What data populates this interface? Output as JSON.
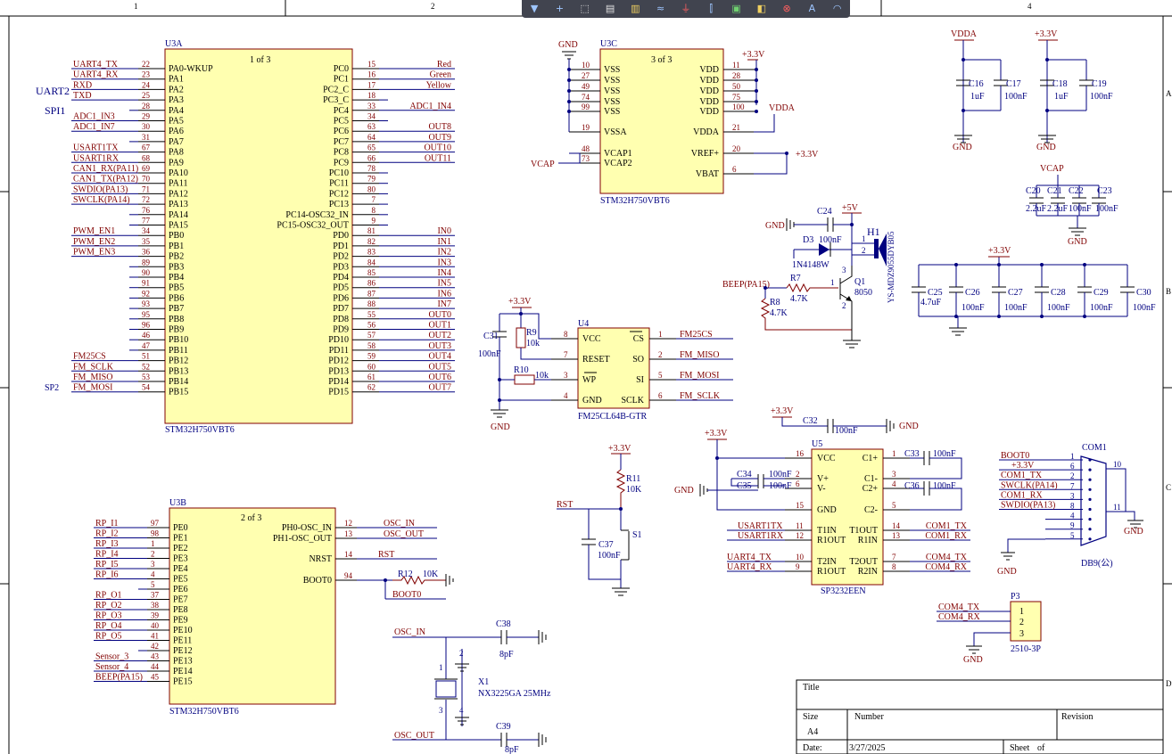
{
  "toolbar": {
    "tools": [
      {
        "icon": "filter-icon",
        "glyph": "▼",
        "color": "#9ec6ff"
      },
      {
        "icon": "add-icon",
        "glyph": "+",
        "color": "#9ec6ff"
      },
      {
        "icon": "select-rect-icon",
        "glyph": "⬚",
        "color": "#e0e0e0"
      },
      {
        "icon": "align-icon",
        "glyph": "▤",
        "color": "#e0e0e0"
      },
      {
        "icon": "component-icon",
        "glyph": "▥",
        "color": "#f0d060"
      },
      {
        "icon": "wire-icon",
        "glyph": "≈",
        "color": "#9ec6ff"
      },
      {
        "icon": "power-port-icon",
        "glyph": "⏚",
        "color": "#ff6060"
      },
      {
        "icon": "bus-icon",
        "glyph": "⫿",
        "color": "#9ec6ff"
      },
      {
        "icon": "sheet-icon",
        "glyph": "▣",
        "color": "#70d070"
      },
      {
        "icon": "net-label-icon",
        "glyph": "◧",
        "color": "#f0d060"
      },
      {
        "icon": "no-erc-icon",
        "glyph": "⊗",
        "color": "#ff6060"
      },
      {
        "icon": "text-icon",
        "glyph": "A",
        "color": "#9ec6ff"
      },
      {
        "icon": "arc-icon",
        "glyph": "◠",
        "color": "#9ec6ff"
      }
    ]
  },
  "zones": {
    "top": [
      "1",
      "2",
      "4"
    ],
    "right": [
      "A",
      "B",
      "C",
      "D"
    ]
  },
  "u3a": {
    "ref": "U3A",
    "part": "STM32H750VBT6",
    "sheet": "1 of 3",
    "left_pins": [
      {
        "name": "PA0-WKUP",
        "num": "22",
        "net": "UART4_TX"
      },
      {
        "name": "PA1",
        "num": "23",
        "net": "UART4_RX"
      },
      {
        "name": "PA2",
        "num": "24",
        "net": "RXD"
      },
      {
        "name": "PA3",
        "num": "25",
        "net": "TXD"
      },
      {
        "name": "PA4",
        "num": "28",
        "net": ""
      },
      {
        "name": "PA5",
        "num": "29",
        "net": "ADC1_IN3"
      },
      {
        "name": "PA6",
        "num": "30",
        "net": "ADC1_IN7"
      },
      {
        "name": "PA7",
        "num": "31",
        "net": ""
      },
      {
        "name": "PA8",
        "num": "67",
        "net": "USART1TX"
      },
      {
        "name": "PA9",
        "num": "68",
        "net": "USART1RX"
      },
      {
        "name": "PA10",
        "num": "69",
        "net": "CAN1_RX(PA11)"
      },
      {
        "name": "PA11",
        "num": "70",
        "net": "CAN1_TX(PA12)"
      },
      {
        "name": "PA12",
        "num": "71",
        "net": "SWDIO(PA13)"
      },
      {
        "name": "PA13",
        "num": "72",
        "net": "SWCLK(PA14)"
      },
      {
        "name": "PA14",
        "num": "76",
        "net": ""
      },
      {
        "name": "PA15",
        "num": "77",
        "net": ""
      },
      {
        "name": "PB0",
        "num": "34",
        "net": "PWM_EN1"
      },
      {
        "name": "PB1",
        "num": "35",
        "net": "PWM_EN2"
      },
      {
        "name": "PB2",
        "num": "36",
        "net": "PWM_EN3"
      },
      {
        "name": "PB3",
        "num": "89",
        "net": ""
      },
      {
        "name": "PB4",
        "num": "90",
        "net": ""
      },
      {
        "name": "PB5",
        "num": "91",
        "net": ""
      },
      {
        "name": "PB6",
        "num": "92",
        "net": ""
      },
      {
        "name": "PB7",
        "num": "93",
        "net": ""
      },
      {
        "name": "PB8",
        "num": "95",
        "net": ""
      },
      {
        "name": "PB9",
        "num": "96",
        "net": ""
      },
      {
        "name": "PB10",
        "num": "46",
        "net": ""
      },
      {
        "name": "PB11",
        "num": "47",
        "net": ""
      },
      {
        "name": "PB12",
        "num": "51",
        "net": "FM25CS"
      },
      {
        "name": "PB13",
        "num": "52",
        "net": "FM_SCLK"
      },
      {
        "name": "PB14",
        "num": "53",
        "net": "FM_MISO"
      },
      {
        "name": "PB15",
        "num": "54",
        "net": "FM_MOSI"
      }
    ],
    "right_pins": [
      {
        "name": "PC0",
        "num": "15",
        "net": "Red"
      },
      {
        "name": "PC1",
        "num": "16",
        "net": "Green"
      },
      {
        "name": "PC2_C",
        "num": "17",
        "net": "Yellow"
      },
      {
        "name": "PC3_C",
        "num": "18",
        "net": ""
      },
      {
        "name": "PC4",
        "num": "33",
        "net": "ADC1_IN4"
      },
      {
        "name": "PC5",
        "num": "34",
        "net": ""
      },
      {
        "name": "PC6",
        "num": "63",
        "net": "OUT8"
      },
      {
        "name": "PC7",
        "num": "64",
        "net": "OUT9"
      },
      {
        "name": "PC8",
        "num": "65",
        "net": "OUT10"
      },
      {
        "name": "PC9",
        "num": "66",
        "net": "OUT11"
      },
      {
        "name": "PC10",
        "num": "78",
        "net": ""
      },
      {
        "name": "PC11",
        "num": "79",
        "net": ""
      },
      {
        "name": "PC12",
        "num": "80",
        "net": ""
      },
      {
        "name": "PC13",
        "num": "7",
        "net": ""
      },
      {
        "name": "PC14-OSC32_IN",
        "num": "8",
        "net": ""
      },
      {
        "name": "PC15-OSC32_OUT",
        "num": "9",
        "net": ""
      },
      {
        "name": "PD0",
        "num": "81",
        "net": "IN0"
      },
      {
        "name": "PD1",
        "num": "82",
        "net": "IN1"
      },
      {
        "name": "PD2",
        "num": "83",
        "net": "IN2"
      },
      {
        "name": "PD3",
        "num": "84",
        "net": "IN3"
      },
      {
        "name": "PD4",
        "num": "85",
        "net": "IN4"
      },
      {
        "name": "PD5",
        "num": "86",
        "net": "IN5"
      },
      {
        "name": "PD6",
        "num": "87",
        "net": "IN6"
      },
      {
        "name": "PD7",
        "num": "88",
        "net": "IN7"
      },
      {
        "name": "PD8",
        "num": "55",
        "net": "OUT0"
      },
      {
        "name": "PD9",
        "num": "56",
        "net": "OUT1"
      },
      {
        "name": "PD10",
        "num": "57",
        "net": "OUT2"
      },
      {
        "name": "PD11",
        "num": "58",
        "net": "OUT3"
      },
      {
        "name": "PD12",
        "num": "59",
        "net": "OUT4"
      },
      {
        "name": "PD13",
        "num": "60",
        "net": "OUT5"
      },
      {
        "name": "PD14",
        "num": "61",
        "net": "OUT6"
      },
      {
        "name": "PD15",
        "num": "62",
        "net": "OUT7"
      }
    ],
    "group_labels": {
      "uart2": "UART2",
      "spi1": "SPI1",
      "sp2": "SP2"
    }
  },
  "u3b": {
    "ref": "U3B",
    "part": "STM32H750VBT6",
    "sheet": "2 of 3",
    "left_pins": [
      {
        "name": "PE0",
        "num": "97",
        "net": "RP_I1"
      },
      {
        "name": "PE1",
        "num": "98",
        "net": "RP_I2"
      },
      {
        "name": "PE2",
        "num": "1",
        "net": "RP_I3"
      },
      {
        "name": "PE3",
        "num": "2",
        "net": "RP_I4"
      },
      {
        "name": "PE4",
        "num": "3",
        "net": "RP_I5"
      },
      {
        "name": "PE5",
        "num": "4",
        "net": "RP_I6"
      },
      {
        "name": "PE6",
        "num": "5",
        "net": ""
      },
      {
        "name": "PE7",
        "num": "37",
        "net": "RP_O1"
      },
      {
        "name": "PE8",
        "num": "38",
        "net": "RP_O2"
      },
      {
        "name": "PE9",
        "num": "39",
        "net": "RP_O3"
      },
      {
        "name": "PE10",
        "num": "40",
        "net": "RP_O4"
      },
      {
        "name": "PE11",
        "num": "41",
        "net": "RP_O5"
      },
      {
        "name": "PE12",
        "num": "42",
        "net": ""
      },
      {
        "name": "PE13",
        "num": "43",
        "net": "Sensor_3"
      },
      {
        "name": "PE14",
        "num": "44",
        "net": "Sensor_4"
      },
      {
        "name": "PE15",
        "num": "45",
        "net": "BEEP(PA15)"
      }
    ],
    "right_pins": [
      {
        "name": "PH0-OSC_IN",
        "num": "12",
        "net": "OSC_IN"
      },
      {
        "name": "PH1-OSC_OUT",
        "num": "13",
        "net": "OSC_OUT"
      },
      {
        "name": "NRST",
        "num": "14",
        "net": "RST"
      },
      {
        "name": "BOOT0",
        "num": "94",
        "net": "BOOT0"
      }
    ],
    "r12": {
      "ref": "R12",
      "value": "10K"
    }
  },
  "u3c": {
    "ref": "U3C",
    "part": "STM32H750VBT6",
    "sheet": "3 of 3",
    "left_pins": [
      {
        "name": "VSS",
        "num": "10"
      },
      {
        "name": "VSS",
        "num": "27"
      },
      {
        "name": "VSS",
        "num": "49"
      },
      {
        "name": "VSS",
        "num": "74"
      },
      {
        "name": "VSS",
        "num": "99"
      },
      {
        "name": "VSSA",
        "num": "19"
      },
      {
        "name": "VCAP1",
        "num": "48"
      },
      {
        "name": "VCAP2",
        "num": "73"
      }
    ],
    "right_pins": [
      {
        "name": "VDD",
        "num": "11"
      },
      {
        "name": "VDD",
        "num": "28"
      },
      {
        "name": "VDD",
        "num": "50"
      },
      {
        "name": "VDD",
        "num": "75"
      },
      {
        "name": "VDD",
        "num": "100"
      },
      {
        "name": "VDDA",
        "num": "21"
      },
      {
        "name": "VREF+",
        "num": "20"
      },
      {
        "name": "VBAT",
        "num": "6"
      }
    ],
    "nets": {
      "gnd": "GND",
      "p33": "+3.3V",
      "vdda": "VDDA",
      "vcap": "VCAP"
    }
  },
  "decoupling": {
    "vdda": "VDDA",
    "p33": "+3.3V",
    "gnd": "GND",
    "vcap": "VCAP",
    "caps_top": [
      {
        "ref": "C16",
        "value": "1uF"
      },
      {
        "ref": "C17",
        "value": "100nF"
      },
      {
        "ref": "C18",
        "value": "1uF"
      },
      {
        "ref": "C19",
        "value": "100nF"
      }
    ],
    "caps_vcap": [
      {
        "ref": "C20",
        "value": "2.2uF"
      },
      {
        "ref": "C21",
        "value": "2.2uF"
      },
      {
        "ref": "C22",
        "value": "100nF"
      },
      {
        "ref": "C23",
        "value": "100nF"
      }
    ],
    "caps_bank": [
      {
        "ref": "C25",
        "value": "4.7uF"
      },
      {
        "ref": "C26",
        "value": "100nF"
      },
      {
        "ref": "C27",
        "value": "100nF"
      },
      {
        "ref": "C28",
        "value": "100nF"
      },
      {
        "ref": "C29",
        "value": "100nF"
      },
      {
        "ref": "C30",
        "value": "100nF"
      }
    ]
  },
  "buzzer": {
    "gnd": "GND",
    "c24": {
      "ref": "C24",
      "value": "100nF"
    },
    "p5v": "+5V",
    "d3": {
      "ref": "D3",
      "part": "1N4148W"
    },
    "h1": {
      "ref": "H1",
      "part": "YS-MDZ9055DYB05",
      "pin1": "1",
      "pin2": "2"
    },
    "beep": "BEEP(PA15)",
    "r7": {
      "ref": "R7",
      "value": "4.7K"
    },
    "r8": {
      "ref": "R8",
      "value": "4.7K"
    },
    "q1": {
      "ref": "Q1",
      "part": "8050",
      "p1": "1",
      "p2": "2",
      "p3": "3"
    }
  },
  "u4": {
    "ref": "U4",
    "part": "FM25CL64B-GTR",
    "left_pins": [
      {
        "name": "VCC",
        "num": "8"
      },
      {
        "name": "RESET",
        "num": "7"
      },
      {
        "name": "WP",
        "num": "3"
      },
      {
        "name": "GND",
        "num": "4"
      }
    ],
    "right_pins": [
      {
        "name": "CS",
        "num": "1",
        "net": "FM25CS"
      },
      {
        "name": "SO",
        "num": "2",
        "net": "FM_MISO"
      },
      {
        "name": "SI",
        "num": "5",
        "net": "FM_MOSI"
      },
      {
        "name": "SCLK",
        "num": "6",
        "net": "FM_SCLK"
      }
    ],
    "p33": "+3.3V",
    "gnd": "GND",
    "c31": {
      "ref": "C31",
      "value": "100nF"
    },
    "r9": {
      "ref": "R9",
      "value": "10k"
    },
    "r10": {
      "ref": "R10",
      "value": "10k"
    }
  },
  "reset": {
    "p33": "+3.3V",
    "net": "RST",
    "r11": {
      "ref": "R11",
      "value": "10K"
    },
    "s1": {
      "ref": "S1"
    },
    "c37": {
      "ref": "C37",
      "value": "100nF"
    }
  },
  "u5": {
    "ref": "U5",
    "part": "SP3232EEN",
    "left_pins": [
      {
        "name": "VCC",
        "num": "16"
      },
      {
        "name": "V+",
        "num": "2"
      },
      {
        "name": "V-",
        "num": "6"
      },
      {
        "name": "GND",
        "num": "15"
      },
      {
        "name": "T1IN",
        "num": "11",
        "net": "USART1TX"
      },
      {
        "name": "R1OUT",
        "num": "12",
        "net": "USART1RX"
      },
      {
        "name": "T2IN",
        "num": "10",
        "net": "UART4_TX"
      },
      {
        "name": "R1OUT",
        "num": "9",
        "net": "UART4_RX"
      }
    ],
    "right_pins": [
      {
        "name": "C1+",
        "num": "1"
      },
      {
        "name": "C1-",
        "num": "3"
      },
      {
        "name": "C2+",
        "num": "4"
      },
      {
        "name": "C2-",
        "num": "5"
      },
      {
        "name": "T1OUT",
        "num": "14",
        "net": "COM1_TX"
      },
      {
        "name": "R1IN",
        "num": "13",
        "net": "COM1_RX"
      },
      {
        "name": "T2OUT",
        "num": "7",
        "net": "COM4_TX"
      },
      {
        "name": "R2IN",
        "num": "8",
        "net": "COM4_RX"
      }
    ],
    "p33a": "+3.3V",
    "p33b": "+3.3V",
    "gnd": "GND",
    "c32": {
      "ref": "C32",
      "value": "100nF"
    },
    "c33": {
      "ref": "C33",
      "value": "100nF"
    },
    "c34": {
      "ref": "C34",
      "value": "100nF"
    },
    "c35": {
      "ref": "C35",
      "value": "100nF"
    },
    "c36": {
      "ref": "C36",
      "value": "100nF"
    }
  },
  "com1": {
    "ref": "COM1",
    "part": "DB9(公)",
    "gnd": "GND",
    "nets": [
      "BOOT0",
      "+3.3V",
      "COM1_TX",
      "SWCLK(PA14)",
      "COM1_RX",
      "SWDIO(PA13)"
    ],
    "pins": [
      "1",
      "6",
      "2",
      "7",
      "3",
      "8",
      "4",
      "9",
      "5"
    ],
    "shell": [
      "10",
      "11"
    ]
  },
  "p3": {
    "ref": "P3",
    "part": "2510-3P",
    "gnd": "GND",
    "nets": [
      "COM4_TX",
      "COM4_RX"
    ],
    "pins": [
      "1",
      "2",
      "3"
    ]
  },
  "osc": {
    "osc_in": "OSC_IN",
    "osc_out": "OSC_OUT",
    "x1": {
      "ref": "X1",
      "part": "NX3225GA 25MHz",
      "p1": "1",
      "p2": "2",
      "p3": "3",
      "p4": "4"
    },
    "c38": {
      "ref": "C38",
      "value": "8pF"
    },
    "c39": {
      "ref": "C39",
      "value": "8pF"
    }
  },
  "title_block": {
    "title_label": "Title",
    "size_label": "Size",
    "size_value": "A4",
    "number_label": "Number",
    "revision_label": "Revision",
    "date_label": "Date:",
    "date_value": "3/27/2025",
    "sheet_label": "Sheet",
    "of_label": "of"
  }
}
